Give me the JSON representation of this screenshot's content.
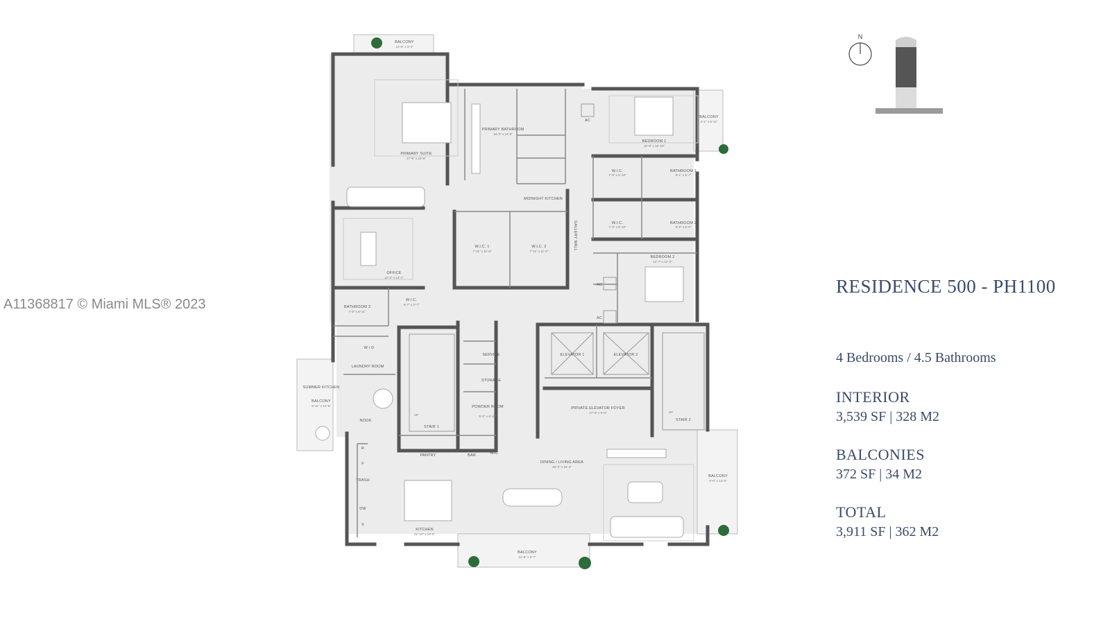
{
  "watermark": "A11368817 © Miami MLS® 2023",
  "residence": {
    "title": "RESIDENCE 500 - PH1100",
    "beds_baths": "4 Bedrooms / 4.5 Bathrooms",
    "interior_label": "INTERIOR",
    "interior_value": "3,539 SF  |  328 M2",
    "balconies_label": "BALCONIES",
    "balconies_value": "372 SF  |  34 M2",
    "total_label": "TOTAL",
    "total_value": "3,911 SF  |  362 M2"
  },
  "compass": {
    "label": "N"
  },
  "rooms": {
    "balcony_top": {
      "name": "BALCONY",
      "dim": "12'-6\" x 3'-3\""
    },
    "primary_suite": {
      "name": "PRIMARY SUITE",
      "dim": "17'-8\" x 23'-6\""
    },
    "primary_bathroom": {
      "name": "PRIMARY BATHROOM",
      "dim": "16'-3\" x 13'-9\""
    },
    "ac_1": {
      "name": "AC"
    },
    "bedroom_1": {
      "name": "BEDROOM 1",
      "dim": "16'-9\" x 10'-10\""
    },
    "balcony_right_top": {
      "name": "BALCONY",
      "dim": "3'-1\" x 9'-11\""
    },
    "wic_a": {
      "name": "W.I.C.",
      "dim": "7'-3\" x 5'-10\""
    },
    "bathroom_1": {
      "name": "BATHROOM 1",
      "dim": "9'-1\" x 5'-7\""
    },
    "wic_b": {
      "name": "W.I.C.",
      "dim": "7'-3\" x 5'-10\""
    },
    "bathroom_2": {
      "name": "BATHROOM 2",
      "dim": "9'-9\" x 5'-0\""
    },
    "midnight_kitchen": {
      "name": "MIDNIGHT KITCHEN"
    },
    "gallery_wall": {
      "name": "GALLERY WALL"
    },
    "wic_1": {
      "name": "W.I.C. 1",
      "dim": "7'-11\" x 11'-0\""
    },
    "wic_2": {
      "name": "W.I.C. 2",
      "dim": "7'-11\" x 11'-2\""
    },
    "office": {
      "name": "OFFICE",
      "dim": "12'-5\" x 12'-1\""
    },
    "bedroom_2": {
      "name": "BEDROOM 2",
      "dim": "12'-7\" x 11'-2\""
    },
    "ac_2": {
      "name": "AC"
    },
    "ac_3": {
      "name": "AC"
    },
    "bathroom_3": {
      "name": "BATHROOM 3",
      "dim": "7'-5\" x 5'-11\""
    },
    "wic_c": {
      "name": "W.I.C.",
      "dim": "6'-7\" x 4'-7\""
    },
    "wd": {
      "name": "W / D"
    },
    "laundry": {
      "name": "LAUNDRY ROOM"
    },
    "summer_kitchen": {
      "name": "SUMMER KITCHEN"
    },
    "balcony_left": {
      "name": "BALCONY",
      "dim": "5'-11\" x 14'-6\""
    },
    "nook": {
      "name": "NOOK"
    },
    "stair_1": {
      "name": "STAIR 1",
      "up": "UP"
    },
    "service": {
      "name": "SERVICE"
    },
    "storage": {
      "name": "STORAGE"
    },
    "powder_room": {
      "name": "POWDER ROOM",
      "dim": "5'-2\" x 4'-10\""
    },
    "elevator_1": {
      "name": "ELEVATOR 1"
    },
    "elevator_2": {
      "name": "ELEVATOR 2"
    },
    "stair_2": {
      "name": "STAIR 2",
      "up": "UP"
    },
    "private_foyer": {
      "name": "PRIVATE ELEVATOR FOYER",
      "dim": "17'-5\" x 9'-0\""
    },
    "pantry": {
      "name": "PANTRY"
    },
    "bar": {
      "name": "BAR"
    },
    "wc": {
      "name": "W/C"
    },
    "dining_living": {
      "name": "DINING / LIVING AREA",
      "dim": "33'-2\" x 15'-4\""
    },
    "balcony_right": {
      "name": "BALCONY",
      "dim": "6'-0\" x 14'-5\""
    },
    "kitchen": {
      "name": "KITCHEN",
      "dim": "21'-10\" x 16'-5\""
    },
    "balcony_bottom": {
      "name": "BALCONY",
      "dim": "21'-9\" x 3'-7\""
    },
    "appl_r": {
      "name": "R"
    },
    "appl_f": {
      "name": "F"
    },
    "appl_trash": {
      "name": "TRASH"
    },
    "appl_dw": {
      "name": "DW"
    },
    "appl_s": {
      "name": "S"
    }
  }
}
